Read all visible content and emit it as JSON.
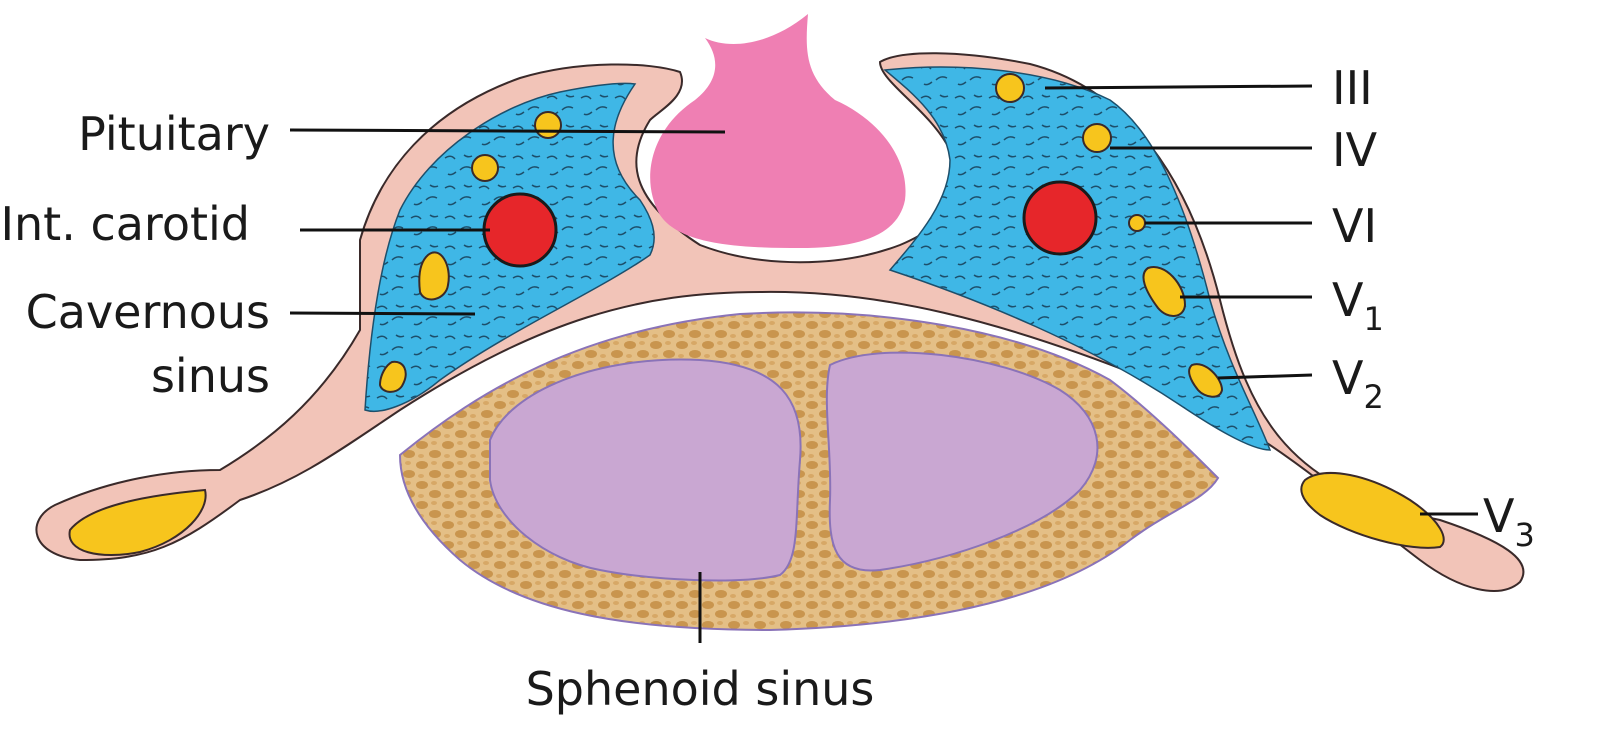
{
  "diagram": {
    "labels_left": {
      "pituitary": "Pituitary",
      "int_carotid": "Int. carotid",
      "cavernous_line1": "Cavernous",
      "cavernous_line2": "sinus"
    },
    "labels_right": {
      "n3": "III",
      "n4": "IV",
      "n6": "VI",
      "v1_main": "V",
      "v1_sub": "1",
      "v2_main": "V",
      "v2_sub": "2",
      "v3_main": "V",
      "v3_sub": "3"
    },
    "label_bottom": {
      "sphenoid": "Sphenoid sinus"
    },
    "colors": {
      "dura": "#f2c4b8",
      "dura_outline": "#3a2a2a",
      "cavernous": "#3fb7e6",
      "pituitary": "#ef7fb3",
      "carotid": "#e6262a",
      "nerve": "#f7c51d",
      "bone": "#d9ad70",
      "sinus_air": "#c9a7d2",
      "sinus_outline": "#8a73b8"
    }
  }
}
